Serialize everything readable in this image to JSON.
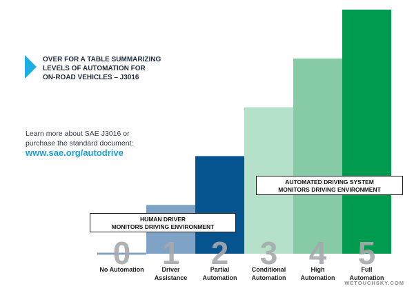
{
  "intro": {
    "line1": "OVER FOR A TABLE SUMMARIZING",
    "line2": "LEVELS OF AUTOMATION FOR",
    "line3": "ON-ROAD VEHICLES – J3016"
  },
  "learn_more": {
    "line1": "Learn more about SAE J3016 or",
    "line2": "purchase the standard document:",
    "link": "www.sae.org/autodrive"
  },
  "boxes": {
    "human": {
      "line1": "HUMAN DRIVER",
      "line2": "MONITORS DRIVING ENVIRONMENT"
    },
    "automated": {
      "line1": "AUTOMATED DRIVING SYSTEM",
      "line2": "MONITORS DRIVING ENVIRONMENT"
    }
  },
  "watermark": "WETOUCHSKY.COM",
  "colors": {
    "arrow": "#1eaee2",
    "link": "#1aa0d8",
    "level_number": "#a7a9ac",
    "level_number_dark": "#8a8c8f"
  },
  "chart_data": {
    "type": "bar",
    "categories": [
      "0",
      "1",
      "2",
      "3",
      "4",
      "5"
    ],
    "category_names": [
      [
        "No Automation"
      ],
      [
        "Driver",
        "Assistance"
      ],
      [
        "Partial",
        "Automation"
      ],
      [
        "Conditional",
        "Automation"
      ],
      [
        "High",
        "Automation"
      ],
      [
        "Full",
        "Automation"
      ]
    ],
    "values": [
      0,
      1,
      2,
      3,
      4,
      5
    ],
    "colors": [
      "#7fa3c6",
      "#7fa3c6",
      "#05548f",
      "#b5e1cb",
      "#86cba6",
      "#009b4e"
    ],
    "ylim": [
      0,
      5
    ],
    "grid": false,
    "legend": "none"
  }
}
